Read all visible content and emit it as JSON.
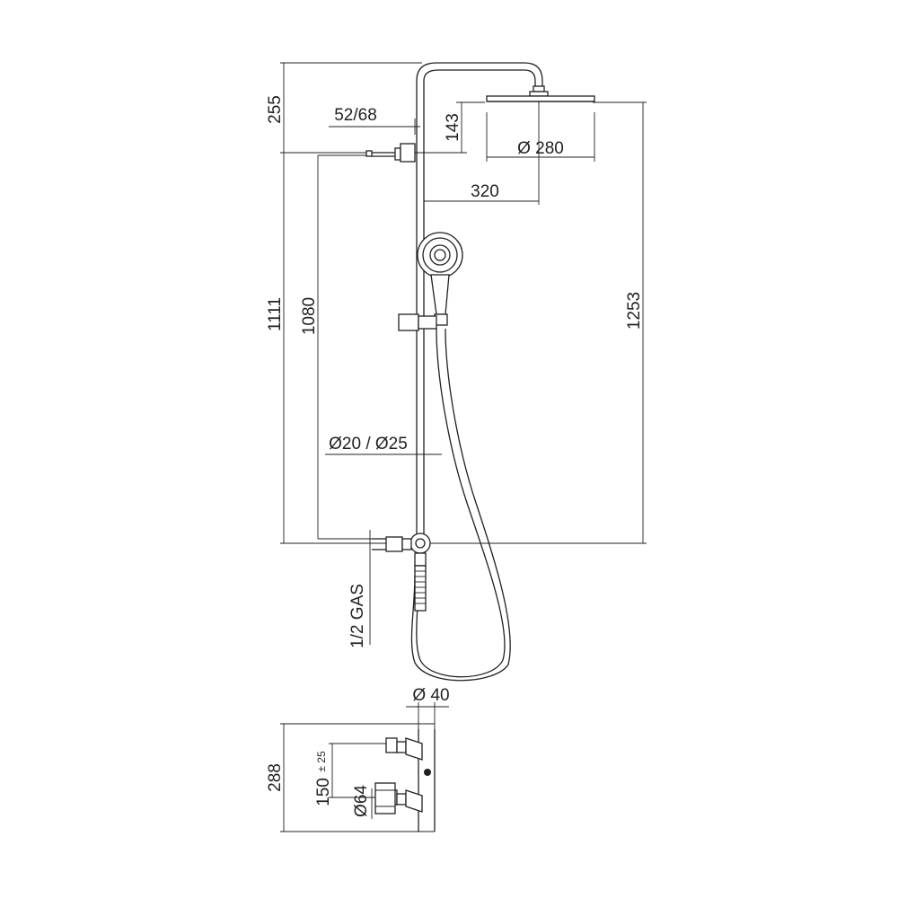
{
  "dimensions": {
    "d255": "255",
    "d52_68": "52/68",
    "d143": "143",
    "d280": "Ø 280",
    "d320": "320",
    "d1111": "1111",
    "d1080": "1080",
    "d1253": "1253",
    "d20_25": "Ø20 / Ø25",
    "gas": "1/2 GAS",
    "d40": "Ø 40",
    "d288": "288",
    "d150": "150",
    "d150_tol": "± 25",
    "d64": "Ø64"
  },
  "colors": {
    "line": "#231f20",
    "background": "#ffffff"
  }
}
